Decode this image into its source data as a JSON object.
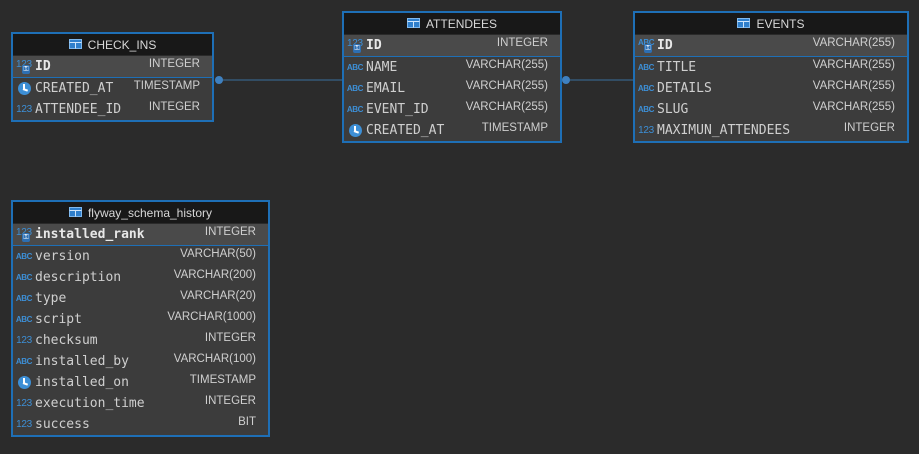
{
  "tables": [
    {
      "id": "check_ins",
      "title": "CHECK_INS",
      "columns": [
        {
          "name": "ID",
          "type": "INTEGER",
          "icon": "key-number-icon",
          "pk": true
        },
        {
          "name": "CREATED_AT",
          "type": "TIMESTAMP",
          "icon": "clock-icon"
        },
        {
          "name": "ATTENDEE_ID",
          "type": "INTEGER",
          "icon": "number-icon"
        }
      ]
    },
    {
      "id": "attendees",
      "title": "ATTENDEES",
      "columns": [
        {
          "name": "ID",
          "type": "INTEGER",
          "icon": "key-number-icon",
          "pk": true
        },
        {
          "name": "NAME",
          "type": "VARCHAR(255)",
          "icon": "text-icon"
        },
        {
          "name": "EMAIL",
          "type": "VARCHAR(255)",
          "icon": "text-icon"
        },
        {
          "name": "EVENT_ID",
          "type": "VARCHAR(255)",
          "icon": "text-icon"
        },
        {
          "name": "CREATED_AT",
          "type": "TIMESTAMP",
          "icon": "clock-icon"
        }
      ]
    },
    {
      "id": "events",
      "title": "EVENTS",
      "columns": [
        {
          "name": "ID",
          "type": "VARCHAR(255)",
          "icon": "key-text-icon",
          "pk": true
        },
        {
          "name": "TITLE",
          "type": "VARCHAR(255)",
          "icon": "text-icon"
        },
        {
          "name": "DETAILS",
          "type": "VARCHAR(255)",
          "icon": "text-icon"
        },
        {
          "name": "SLUG",
          "type": "VARCHAR(255)",
          "icon": "text-icon"
        },
        {
          "name": "MAXIMUN_ATTENDEES",
          "type": "INTEGER",
          "icon": "number-icon"
        }
      ]
    },
    {
      "id": "flyway",
      "title": "flyway_schema_history",
      "columns": [
        {
          "name": "installed_rank",
          "type": "INTEGER",
          "icon": "key-number-icon",
          "pk": true
        },
        {
          "name": "version",
          "type": "VARCHAR(50)",
          "icon": "text-icon"
        },
        {
          "name": "description",
          "type": "VARCHAR(200)",
          "icon": "text-icon"
        },
        {
          "name": "type",
          "type": "VARCHAR(20)",
          "icon": "text-icon"
        },
        {
          "name": "script",
          "type": "VARCHAR(1000)",
          "icon": "text-icon"
        },
        {
          "name": "checksum",
          "type": "INTEGER",
          "icon": "number-icon"
        },
        {
          "name": "installed_by",
          "type": "VARCHAR(100)",
          "icon": "text-icon"
        },
        {
          "name": "installed_on",
          "type": "TIMESTAMP",
          "icon": "clock-icon"
        },
        {
          "name": "execution_time",
          "type": "INTEGER",
          "icon": "number-icon"
        },
        {
          "name": "success",
          "type": "BIT",
          "icon": "number-icon"
        }
      ]
    }
  ],
  "relations": [
    {
      "from": "check_ins",
      "to": "attendees"
    },
    {
      "from": "attendees",
      "to": "events"
    }
  ],
  "colors": {
    "background": "#2b2b2b",
    "table_border": "#1e6fb6",
    "header_bg": "#181818",
    "icon": "#3d8fd6",
    "connector": "#3a6f9e"
  }
}
